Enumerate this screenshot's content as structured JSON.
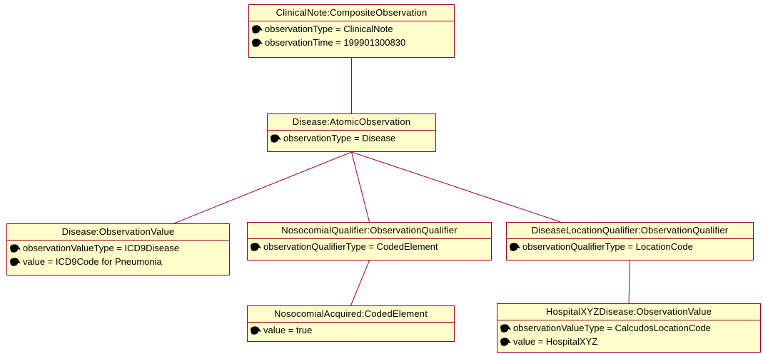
{
  "objects": [
    {
      "id": "clinical-note",
      "title": "ClinicalNote:CompositeObservation",
      "attributes": [
        "observationType = ClinicalNote",
        "observationTime = 199901300830"
      ]
    },
    {
      "id": "disease",
      "title": "Disease:AtomicObservation",
      "attributes": [
        "observationType = Disease"
      ]
    },
    {
      "id": "disease-value",
      "title": "Disease:ObservationValue",
      "attributes": [
        "observationValueType = ICD9Disease",
        "value = ICD9Code for Pneumonia"
      ]
    },
    {
      "id": "nosocomial-qualifier",
      "title": "NosocomialQualifier:ObservationQualifier",
      "attributes": [
        "observationQualifierType = CodedElement"
      ]
    },
    {
      "id": "location-qualifier",
      "title": "DiseaseLocationQualifier:ObservationQualifier",
      "attributes": [
        "observationQualifierType = LocationCode"
      ]
    },
    {
      "id": "nosocomial-acquired",
      "title": "NosocomialAcquired:CodedElement",
      "attributes": [
        "value = true"
      ]
    },
    {
      "id": "hospital-xyz-disease",
      "title": "HospitalXYZDisease:ObservationValue",
      "attributes": [
        "observationValueType = CalcudosLocationCode",
        "value = HospitalXYZ"
      ]
    }
  ],
  "links": [
    {
      "from": "clinical-note",
      "to": "disease"
    },
    {
      "from": "disease",
      "to": "disease-value"
    },
    {
      "from": "disease",
      "to": "nosocomial-qualifier"
    },
    {
      "from": "disease",
      "to": "location-qualifier"
    },
    {
      "from": "nosocomial-qualifier",
      "to": "nosocomial-acquired"
    },
    {
      "from": "location-qualifier",
      "to": "hospital-xyz-disease"
    }
  ],
  "colors": {
    "box_fill": "#ffffcc",
    "box_border": "#990033",
    "connector": "#990033",
    "attr_icon": "#000000"
  },
  "icons": {
    "attribute": "attribute-icon"
  }
}
